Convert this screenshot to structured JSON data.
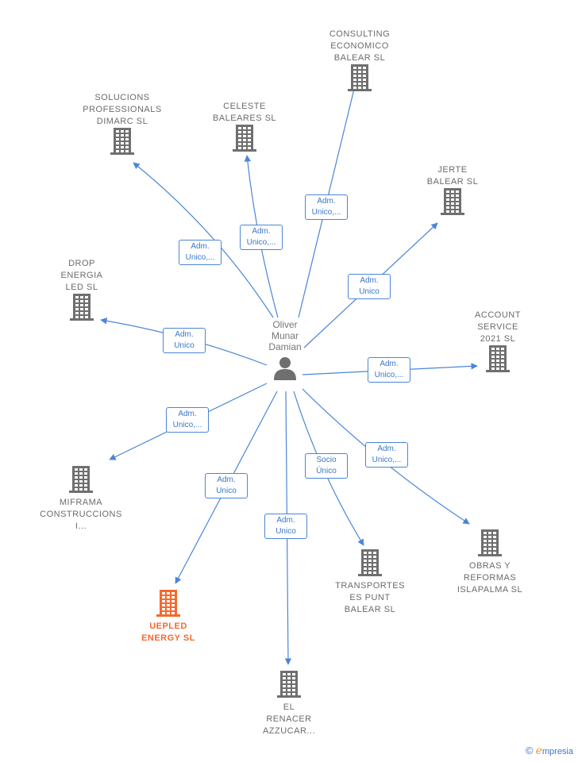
{
  "person": {
    "name": "Oliver\nMunar\nDamian",
    "icon": "person-icon"
  },
  "nodes": [
    {
      "id": "consulting",
      "label": "CONSULTING\nECONOMICO\nBALEAR  SL",
      "color": "#6f6f6f"
    },
    {
      "id": "solucions",
      "label": "SOLUCIONS\nPROFESSIONALS\nDIMARC  SL",
      "color": "#6f6f6f"
    },
    {
      "id": "celeste",
      "label": "CELESTE\nBALEARES  SL",
      "color": "#6f6f6f"
    },
    {
      "id": "jerte",
      "label": "JERTE\nBALEAR  SL",
      "color": "#6f6f6f"
    },
    {
      "id": "drop",
      "label": "DROP\nENERGIA\nLED  SL",
      "color": "#6f6f6f"
    },
    {
      "id": "account",
      "label": "ACCOUNT\nSERVICE\n2021  SL",
      "color": "#6f6f6f"
    },
    {
      "id": "miframa",
      "label": "MIFRAMA\nCONSTRUCCIONS\nI...",
      "color": "#6f6f6f"
    },
    {
      "id": "obras",
      "label": "OBRAS Y\nREFORMAS\nISLAPALMA  SL",
      "color": "#6f6f6f"
    },
    {
      "id": "transportes",
      "label": "TRANSPORTES\nES PUNT\nBALEAR  SL",
      "color": "#6f6f6f"
    },
    {
      "id": "uepled",
      "label": "UEPLED\nENERGY  SL",
      "color": "#f26a2e"
    },
    {
      "id": "renacer",
      "label": "EL\nRENACER\nAZZUCAR...",
      "color": "#6f6f6f"
    }
  ],
  "edges": [
    {
      "to": "consulting",
      "label": "Adm.\nUnico,..."
    },
    {
      "to": "solucions",
      "label": "Adm.\nUnico,..."
    },
    {
      "to": "celeste",
      "label": "Adm.\nUnico,..."
    },
    {
      "to": "jerte",
      "label": "Adm.\nUnico"
    },
    {
      "to": "drop",
      "label": "Adm.\nUnico"
    },
    {
      "to": "account",
      "label": "Adm.\nUnico,..."
    },
    {
      "to": "miframa",
      "label": "Adm.\nUnico,..."
    },
    {
      "to": "obras",
      "label": "Adm.\nUnico,..."
    },
    {
      "to": "transportes",
      "label": "Socio\nÚnico"
    },
    {
      "to": "uepled",
      "label": "Adm.\nUnico"
    },
    {
      "to": "renacer",
      "label": "Adm.\nUnico"
    }
  ],
  "colors": {
    "edge": "#4a86d8",
    "building": "#6f6f6f",
    "highlight": "#f26a2e"
  },
  "watermark": {
    "copyright": "©",
    "brand_initial": "e",
    "brand_rest": "mpresia"
  }
}
